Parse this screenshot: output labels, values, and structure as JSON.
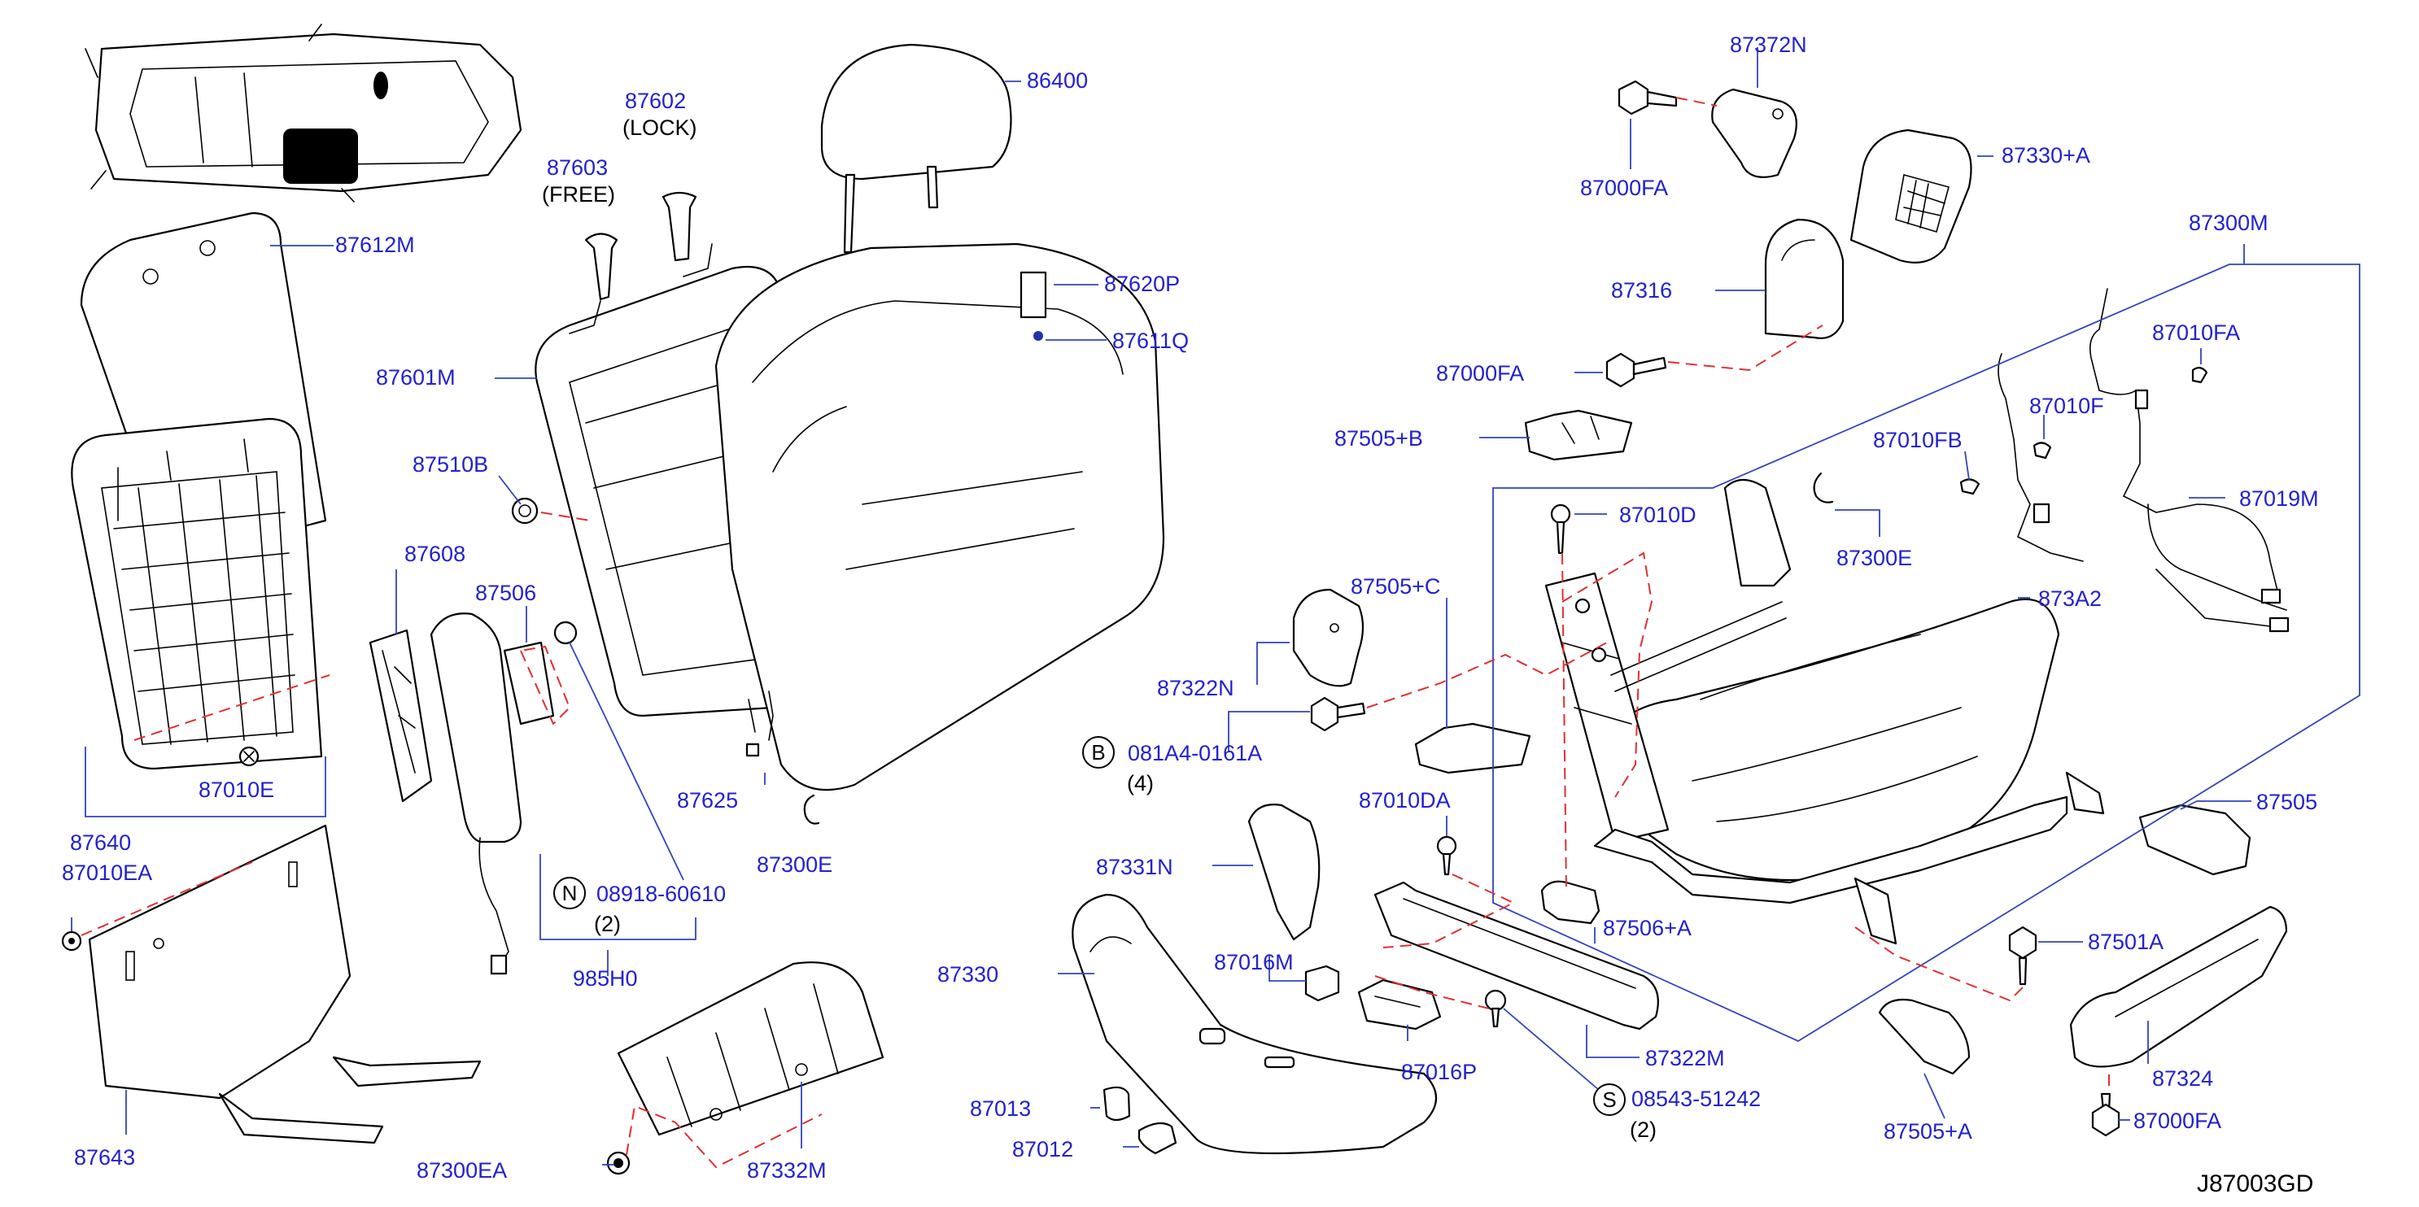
{
  "diagram_code": "J87003GD",
  "labels": {
    "p86400": "86400",
    "p87602": "87602",
    "lock": "(LOCK)",
    "p87603": "87603",
    "free": "(FREE)",
    "p87612M": "87612M",
    "p87620P": "87620P",
    "p87611Q": "87611Q",
    "p87601M": "87601M",
    "p87510B": "87510B",
    "p87608": "87608",
    "p87506": "87506",
    "p87640": "87640",
    "p87010E": "87010E",
    "p87010EA": "87010EA",
    "p87625": "87625",
    "p87300E_left": "87300E",
    "p08918": "08918-60610",
    "qty_n": "(2)",
    "p985H0": "985H0",
    "p87643": "87643",
    "p87300EA": "87300EA",
    "p87332M": "87332M",
    "p87372N": "87372N",
    "p87000FA_top": "87000FA",
    "p87330A": "87330+A",
    "p87300M": "87300M",
    "p87316": "87316",
    "p87000FA_mid": "87000FA",
    "p87010FA": "87010FA",
    "p87505B": "87505+B",
    "p87010F": "87010F",
    "p87010FB": "87010FB",
    "p87010D": "87010D",
    "p87019M": "87019M",
    "p87300E_right": "87300E",
    "p87505C": "87505+C",
    "p873A2": "873A2",
    "p87322N": "87322N",
    "p081A4": "081A4-0161A",
    "qty_b": "(4)",
    "p87010DA": "87010DA",
    "p87505": "87505",
    "p87331N": "87331N",
    "p87506A": "87506+A",
    "p87501A": "87501A",
    "p87330": "87330",
    "p87016M": "87016M",
    "p87322M": "87322M",
    "p87016P": "87016P",
    "p08543": "08543-51242",
    "qty_s": "(2)",
    "p87324": "87324",
    "p87013": "87013",
    "p87012": "87012",
    "p87505A": "87505+A",
    "p87000FA_bottom": "87000FA"
  },
  "callouts": {
    "b": "B",
    "n": "N",
    "s": "S"
  },
  "colors": {
    "label_text": "#2222cc",
    "leader_line": "#3344bb",
    "assembly_dash": "#e03030",
    "outline": "#000000"
  }
}
